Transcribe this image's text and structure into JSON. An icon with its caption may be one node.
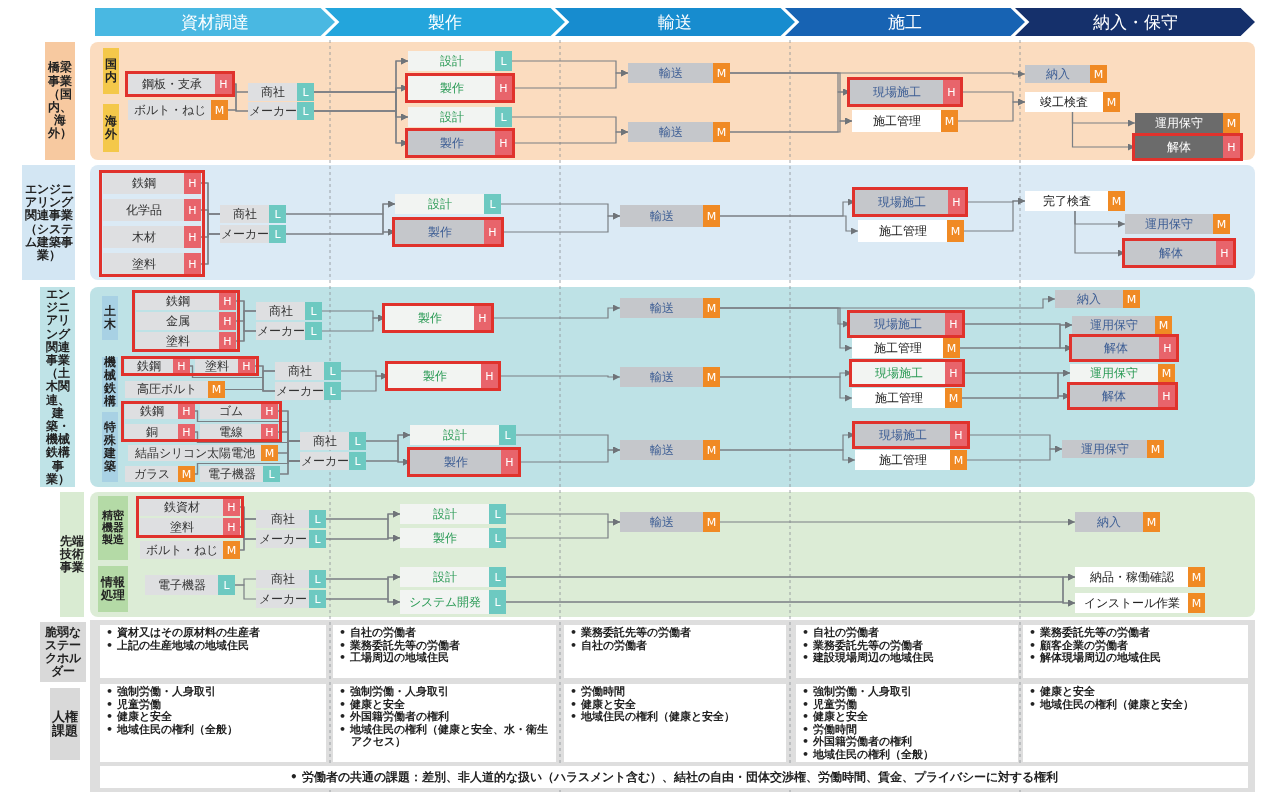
{
  "diagram": {
    "nodes": [
      {
        "text": [
          "資材調達"
        ]
      },
      {
        "text": [
          "製作"
        ]
      },
      {
        "text": [
          "輸送"
        ]
      },
      {
        "text": [
          "施工"
        ]
      },
      {
        "text": [
          "納入・保守"
        ]
      },
      {
        "text": [
          "橋梁事業（国内、海外）"
        ]
      },
      {
        "text": [
          "国内"
        ],
        "in": 5
      },
      {
        "text": [
          "海外"
        ],
        "in": 5
      },
      {
        "text": [
          "鋼板・支承",
          "H"
        ],
        "in": 5
      },
      {
        "text": [
          "ボルト・ねじ",
          "M"
        ],
        "in": 5
      },
      {
        "text": [
          "商社",
          "L"
        ],
        "in": 5
      },
      {
        "text": [
          "メーカー",
          "L"
        ],
        "in": 5
      },
      {
        "text": [
          "設計",
          "L"
        ],
        "in": 5
      },
      {
        "text": [
          "製作",
          "H"
        ],
        "in": 5
      },
      {
        "text": [
          "設計",
          "L"
        ],
        "in": 5
      },
      {
        "text": [
          "製作",
          "H"
        ],
        "in": 5
      },
      {
        "text": [
          "輸送",
          "M"
        ],
        "in": 5
      },
      {
        "text": [
          "輸送",
          "M"
        ],
        "in": 5
      },
      {
        "text": [
          "現場施工",
          "H"
        ],
        "in": 5
      },
      {
        "text": [
          "施工管理",
          "M"
        ],
        "in": 5
      },
      {
        "text": [
          "納入",
          "M"
        ],
        "in": 5
      },
      {
        "text": [
          "竣工検査",
          "M"
        ],
        "in": 5
      },
      {
        "text": [
          "運用保守",
          "M"
        ],
        "in": 5
      },
      {
        "text": [
          "解体",
          "H"
        ],
        "in": 5
      },
      {
        "text": [
          "エンジニアリング関連事業（システム建築事業）"
        ]
      },
      {
        "text": [
          "鉄鋼",
          "H"
        ],
        "in": 24
      },
      {
        "text": [
          "化学品",
          "H"
        ],
        "in": 24
      },
      {
        "text": [
          "木材",
          "H"
        ],
        "in": 24
      },
      {
        "text": [
          "塗料",
          "H"
        ],
        "in": 24
      },
      {
        "text": [
          "商社",
          "L"
        ],
        "in": 24
      },
      {
        "text": [
          "メーカー",
          "L"
        ],
        "in": 24
      },
      {
        "text": [
          "設計",
          "L"
        ],
        "in": 24
      },
      {
        "text": [
          "製作",
          "H"
        ],
        "in": 24
      },
      {
        "text": [
          "輸送",
          "M"
        ],
        "in": 24
      },
      {
        "text": [
          "現場施工",
          "H"
        ],
        "in": 24
      },
      {
        "text": [
          "施工管理",
          "M"
        ],
        "in": 24
      },
      {
        "text": [
          "完了検査",
          "M"
        ],
        "in": 24
      },
      {
        "text": [
          "運用保守",
          "M"
        ],
        "in": 24
      },
      {
        "text": [
          "解体",
          "H"
        ],
        "in": 24
      },
      {
        "text": [
          "エンジニアリング関連事業（土木関連、建築・機械鉄構事業）"
        ]
      },
      {
        "text": [
          "土木"
        ],
        "in": 39
      },
      {
        "text": [
          "鉄鋼",
          "H"
        ],
        "in": 39
      },
      {
        "text": [
          "金属",
          "H"
        ],
        "in": 39
      },
      {
        "text": [
          "塗料",
          "H"
        ],
        "in": 39
      },
      {
        "text": [
          "商社",
          "L"
        ],
        "in": 39
      },
      {
        "text": [
          "メーカー",
          "L"
        ],
        "in": 39
      },
      {
        "text": [
          "製作",
          "H"
        ],
        "in": 39
      },
      {
        "text": [
          "輸送",
          "M"
        ],
        "in": 39
      },
      {
        "text": [
          "現場施工",
          "H"
        ],
        "in": 39
      },
      {
        "text": [
          "施工管理",
          "M"
        ],
        "in": 39
      },
      {
        "text": [
          "納入",
          "M"
        ],
        "in": 39
      },
      {
        "text": [
          "運用保守",
          "M"
        ],
        "in": 39
      },
      {
        "text": [
          "解体",
          "H"
        ],
        "in": 39
      },
      {
        "text": [
          "機械鉄構"
        ],
        "in": 39
      },
      {
        "text": [
          "鉄鋼",
          "H"
        ],
        "in": 39
      },
      {
        "text": [
          "塗料",
          "H"
        ],
        "in": 39
      },
      {
        "text": [
          "高圧ボルト",
          "M"
        ],
        "in": 39
      },
      {
        "text": [
          "商社",
          "L"
        ],
        "in": 39
      },
      {
        "text": [
          "メーカー",
          "L"
        ],
        "in": 39
      },
      {
        "text": [
          "製作",
          "H"
        ],
        "in": 39
      },
      {
        "text": [
          "輸送",
          "M"
        ],
        "in": 39
      },
      {
        "text": [
          "現場施工",
          "H"
        ],
        "in": 39
      },
      {
        "text": [
          "施工管理",
          "M"
        ],
        "in": 39
      },
      {
        "text": [
          "運用保守",
          "M"
        ],
        "in": 39
      },
      {
        "text": [
          "解体",
          "H"
        ],
        "in": 39
      },
      {
        "text": [
          "特殊建築"
        ],
        "in": 39
      },
      {
        "text": [
          "鉄鋼",
          "H"
        ],
        "in": 39
      },
      {
        "text": [
          "ゴム",
          "H"
        ],
        "in": 39
      },
      {
        "text": [
          "銅",
          "H"
        ],
        "in": 39
      },
      {
        "text": [
          "電線",
          "H"
        ],
        "in": 39
      },
      {
        "text": [
          "結晶シリコン太陽電池",
          "M"
        ],
        "in": 39
      },
      {
        "text": [
          "ガラス",
          "M"
        ],
        "in": 39
      },
      {
        "text": [
          "電子機器",
          "L"
        ],
        "in": 39
      },
      {
        "text": [
          "商社",
          "L"
        ],
        "in": 39
      },
      {
        "text": [
          "メーカー",
          "L"
        ],
        "in": 39
      },
      {
        "text": [
          "設計",
          "L"
        ],
        "in": 39
      },
      {
        "text": [
          "製作",
          "H"
        ],
        "in": 39
      },
      {
        "text": [
          "輸送",
          "M"
        ],
        "in": 39
      },
      {
        "text": [
          "現場施工",
          "H"
        ],
        "in": 39
      },
      {
        "text": [
          "施工管理",
          "M"
        ],
        "in": 39
      },
      {
        "text": [
          "運用保守",
          "M"
        ],
        "in": 39
      },
      {
        "text": [
          "先端技術事業"
        ]
      },
      {
        "text": [
          "精密機器製造"
        ],
        "in": 81
      },
      {
        "text": [
          "鉄資材",
          "H"
        ],
        "in": 81
      },
      {
        "text": [
          "塗料",
          "H"
        ],
        "in": 81
      },
      {
        "text": [
          "ボルト・ねじ",
          "M"
        ],
        "in": 81
      },
      {
        "text": [
          "商社",
          "L"
        ],
        "in": 81
      },
      {
        "text": [
          "メーカー",
          "L"
        ],
        "in": 81
      },
      {
        "text": [
          "設計",
          "L"
        ],
        "in": 81
      },
      {
        "text": [
          "製作",
          "L"
        ],
        "in": 81
      },
      {
        "text": [
          "輸送",
          "M"
        ],
        "in": 81
      },
      {
        "text": [
          "納入",
          "M"
        ],
        "in": 81
      },
      {
        "text": [
          "情報処理"
        ],
        "in": 81
      },
      {
        "text": [
          "電子機器",
          "L"
        ],
        "in": 81
      },
      {
        "text": [
          "商社",
          "L"
        ],
        "in": 81
      },
      {
        "text": [
          "メーカー",
          "L"
        ],
        "in": 81
      },
      {
        "text": [
          "設計",
          "L"
        ],
        "in": 81
      },
      {
        "text": [
          "システム開発",
          "L"
        ],
        "in": 81
      },
      {
        "text": [
          "納品・稼働確認",
          "M"
        ],
        "in": 81
      },
      {
        "text": [
          "インストール作業",
          "M"
        ],
        "in": 81
      },
      {
        "text": [
          "脆弱なステークホルダー"
        ]
      },
      {
        "text": [
          "• 資材又はその原材料の生産者",
          "• 上記の生産地域の地域住民"
        ]
      },
      {
        "text": [
          "• 自社の労働者",
          "• 業務委託先等の労働者",
          "• 工場周辺の地域住民"
        ]
      },
      {
        "text": [
          "• 業務委託先等の労働者",
          "• 自社の労働者"
        ]
      },
      {
        "text": [
          "• 自社の労働者",
          "• 業務委託先等の労働者",
          "• 建設現場周辺の地域住民"
        ]
      },
      {
        "text": [
          "• 業務委託先等の労働者",
          "• 顧客企業の労働者",
          "• 解体現場周辺の地域住民"
        ]
      },
      {
        "text": [
          "人権課題"
        ]
      },
      {
        "text": [
          "• 強制労働・人身取引",
          "• 児童労働",
          "• 健康と安全",
          "• 地域住民の権利（全般）"
        ]
      },
      {
        "text": [
          "• 強制労働・人身取引",
          "• 健康と安全",
          "• 外国籍労働者の権利",
          "• 地域住民の権利（健康と安全、水・衛生アクセス）"
        ]
      },
      {
        "text": [
          "• 労働時間",
          "• 健康と安全",
          "• 地域住民の権利（健康と安全）"
        ]
      },
      {
        "text": [
          "• 強制労働・人身取引",
          "• 児童労働",
          "• 健康と安全",
          "• 労働時間",
          "• 外国籍労働者の権利",
          "• 地域住民の権利（全般）"
        ]
      },
      {
        "text": [
          "• 健康と安全",
          "• 地域住民の権利（健康と安全）"
        ]
      },
      {
        "text": [
          "• 労働者の共通の課題：差別、非人道的な扱い（ハラスメント含む）、結社の自由・団体交渉権、労働時間、賃金、プライバシーに対する権利"
        ]
      }
    ],
    "edges": [
      {
        "from": 8,
        "to": 10,
        "arrow": "none"
      },
      {
        "from": 8,
        "to": 11,
        "arrow": "none"
      },
      {
        "from": 9,
        "to": 10,
        "arrow": "none"
      },
      {
        "from": 9,
        "to": 11,
        "arrow": "none"
      },
      {
        "from": 10,
        "to": 12,
        "arrow": "to"
      },
      {
        "from": 10,
        "to": 13,
        "arrow": "to"
      },
      {
        "from": 10,
        "to": 14,
        "arrow": "to"
      },
      {
        "from": 10,
        "to": 15,
        "arrow": "to"
      },
      {
        "from": 11,
        "to": 12,
        "arrow": "to"
      },
      {
        "from": 11,
        "to": 13,
        "arrow": "to"
      },
      {
        "from": 11,
        "to": 14,
        "arrow": "to"
      },
      {
        "from": 11,
        "to": 15,
        "arrow": "to"
      },
      {
        "from": 12,
        "to": 16,
        "arrow": "to"
      },
      {
        "from": 13,
        "to": 16,
        "arrow": "to"
      },
      {
        "from": 14,
        "to": 17,
        "arrow": "to"
      },
      {
        "from": 15,
        "to": 17,
        "arrow": "to"
      },
      {
        "from": 16,
        "to": 20,
        "arrow": "to"
      },
      {
        "from": 16,
        "to": 18,
        "arrow": "to"
      },
      {
        "from": 16,
        "to": 19,
        "arrow": "to"
      },
      {
        "from": 17,
        "to": 18,
        "arrow": "to"
      },
      {
        "from": 17,
        "to": 19,
        "arrow": "to"
      },
      {
        "from": 18,
        "to": 21,
        "arrow": "to"
      },
      {
        "from": 19,
        "to": 21,
        "arrow": "to"
      },
      {
        "from": 21,
        "to": 22,
        "arrow": "to"
      },
      {
        "from": 21,
        "to": 23,
        "arrow": "to"
      },
      {
        "from": 25,
        "to": 29,
        "arrow": "none"
      },
      {
        "from": 25,
        "to": 30,
        "arrow": "none"
      },
      {
        "from": 26,
        "to": 29,
        "arrow": "none"
      },
      {
        "from": 26,
        "to": 30,
        "arrow": "none"
      },
      {
        "from": 27,
        "to": 29,
        "arrow": "none"
      },
      {
        "from": 27,
        "to": 30,
        "arrow": "none"
      },
      {
        "from": 28,
        "to": 29,
        "arrow": "none"
      },
      {
        "from": 28,
        "to": 30,
        "arrow": "none"
      },
      {
        "from": 29,
        "to": 31,
        "arrow": "to"
      },
      {
        "from": 29,
        "to": 32,
        "arrow": "to"
      },
      {
        "from": 30,
        "to": 31,
        "arrow": "to"
      },
      {
        "from": 30,
        "to": 32,
        "arrow": "to"
      },
      {
        "from": 31,
        "to": 33,
        "arrow": "to"
      },
      {
        "from": 32,
        "to": 33,
        "arrow": "to"
      },
      {
        "from": 33,
        "to": 34,
        "arrow": "to"
      },
      {
        "from": 33,
        "to": 35,
        "arrow": "to"
      },
      {
        "from": 34,
        "to": 36,
        "arrow": "to"
      },
      {
        "from": 35,
        "to": 36,
        "arrow": "to"
      },
      {
        "from": 36,
        "to": 37,
        "arrow": "to"
      },
      {
        "from": 36,
        "to": 38,
        "arrow": "to"
      },
      {
        "from": 41,
        "to": 44,
        "arrow": "none"
      },
      {
        "from": 41,
        "to": 45,
        "arrow": "none"
      },
      {
        "from": 42,
        "to": 44,
        "arrow": "none"
      },
      {
        "from": 42,
        "to": 45,
        "arrow": "none"
      },
      {
        "from": 43,
        "to": 44,
        "arrow": "none"
      },
      {
        "from": 43,
        "to": 45,
        "arrow": "none"
      },
      {
        "from": 44,
        "to": 46,
        "arrow": "to"
      },
      {
        "from": 45,
        "to": 46,
        "arrow": "to"
      },
      {
        "from": 46,
        "to": 47,
        "arrow": "to"
      },
      {
        "from": 47,
        "to": 50,
        "arrow": "to"
      },
      {
        "from": 47,
        "to": 48,
        "arrow": "to"
      },
      {
        "from": 47,
        "to": 49,
        "arrow": "to"
      },
      {
        "from": 48,
        "to": 51,
        "arrow": "to"
      },
      {
        "from": 48,
        "to": 52,
        "arrow": "to"
      },
      {
        "from": 49,
        "to": 51,
        "arrow": "to"
      },
      {
        "from": 49,
        "to": 52,
        "arrow": "to"
      },
      {
        "from": 54,
        "to": 57,
        "arrow": "none"
      },
      {
        "from": 54,
        "to": 58,
        "arrow": "none"
      },
      {
        "from": 55,
        "to": 57,
        "arrow": "none"
      },
      {
        "from": 55,
        "to": 58,
        "arrow": "none"
      },
      {
        "from": 56,
        "to": 57,
        "arrow": "none"
      },
      {
        "from": 56,
        "to": 58,
        "arrow": "none"
      },
      {
        "from": 57,
        "to": 59,
        "arrow": "to"
      },
      {
        "from": 58,
        "to": 59,
        "arrow": "to"
      },
      {
        "from": 59,
        "to": 60,
        "arrow": "to"
      },
      {
        "from": 60,
        "to": 61,
        "arrow": "to"
      },
      {
        "from": 60,
        "to": 62,
        "arrow": "to"
      },
      {
        "from": 61,
        "to": 63,
        "arrow": "to"
      },
      {
        "from": 61,
        "to": 64,
        "arrow": "to"
      },
      {
        "from": 62,
        "to": 63,
        "arrow": "to"
      },
      {
        "from": 62,
        "to": 64,
        "arrow": "to"
      },
      {
        "from": 66,
        "to": 73,
        "arrow": "none"
      },
      {
        "from": 66,
        "to": 74,
        "arrow": "none"
      },
      {
        "from": 67,
        "to": 73,
        "arrow": "none"
      },
      {
        "from": 67,
        "to": 74,
        "arrow": "none"
      },
      {
        "from": 68,
        "to": 73,
        "arrow": "none"
      },
      {
        "from": 68,
        "to": 74,
        "arrow": "none"
      },
      {
        "from": 69,
        "to": 73,
        "arrow": "none"
      },
      {
        "from": 69,
        "to": 74,
        "arrow": "none"
      },
      {
        "from": 70,
        "to": 73,
        "arrow": "none"
      },
      {
        "from": 70,
        "to": 74,
        "arrow": "none"
      },
      {
        "from": 71,
        "to": 73,
        "arrow": "none"
      },
      {
        "from": 71,
        "to": 74,
        "arrow": "none"
      },
      {
        "from": 72,
        "to": 73,
        "arrow": "none"
      },
      {
        "from": 72,
        "to": 74,
        "arrow": "none"
      },
      {
        "from": 73,
        "to": 75,
        "arrow": "to"
      },
      {
        "from": 73,
        "to": 76,
        "arrow": "to"
      },
      {
        "from": 74,
        "to": 75,
        "arrow": "to"
      },
      {
        "from": 74,
        "to": 76,
        "arrow": "to"
      },
      {
        "from": 75,
        "to": 77,
        "arrow": "to"
      },
      {
        "from": 76,
        "to": 77,
        "arrow": "to"
      },
      {
        "from": 77,
        "to": 78,
        "arrow": "to"
      },
      {
        "from": 77,
        "to": 79,
        "arrow": "to"
      },
      {
        "from": 78,
        "to": 80,
        "arrow": "to"
      },
      {
        "from": 79,
        "to": 80,
        "arrow": "to"
      },
      {
        "from": 83,
        "to": 86,
        "arrow": "none"
      },
      {
        "from": 83,
        "to": 87,
        "arrow": "none"
      },
      {
        "from": 84,
        "to": 86,
        "arrow": "none"
      },
      {
        "from": 84,
        "to": 87,
        "arrow": "none"
      },
      {
        "from": 85,
        "to": 86,
        "arrow": "none"
      },
      {
        "from": 85,
        "to": 87,
        "arrow": "none"
      },
      {
        "from": 86,
        "to": 88,
        "arrow": "to"
      },
      {
        "from": 86,
        "to": 89,
        "arrow": "to"
      },
      {
        "from": 87,
        "to": 88,
        "arrow": "to"
      },
      {
        "from": 87,
        "to": 89,
        "arrow": "to"
      },
      {
        "from": 88,
        "to": 90,
        "arrow": "to"
      },
      {
        "from": 89,
        "to": 90,
        "arrow": "to"
      },
      {
        "from": 90,
        "to": 91,
        "arrow": "to"
      },
      {
        "from": 93,
        "to": 94,
        "arrow": "none"
      },
      {
        "from": 93,
        "to": 95,
        "arrow": "none"
      },
      {
        "from": 94,
        "to": 96,
        "arrow": "to"
      },
      {
        "from": 94,
        "to": 97,
        "arrow": "to"
      },
      {
        "from": 95,
        "to": 96,
        "arrow": "to"
      },
      {
        "from": 95,
        "to": 97,
        "arrow": "to"
      },
      {
        "from": 96,
        "to": 98,
        "arrow": "to"
      },
      {
        "from": 96,
        "to": 99,
        "arrow": "to"
      },
      {
        "from": 97,
        "to": 98,
        "arrow": "to"
      },
      {
        "from": 97,
        "to": 99,
        "arrow": "to"
      }
    ]
  }
}
